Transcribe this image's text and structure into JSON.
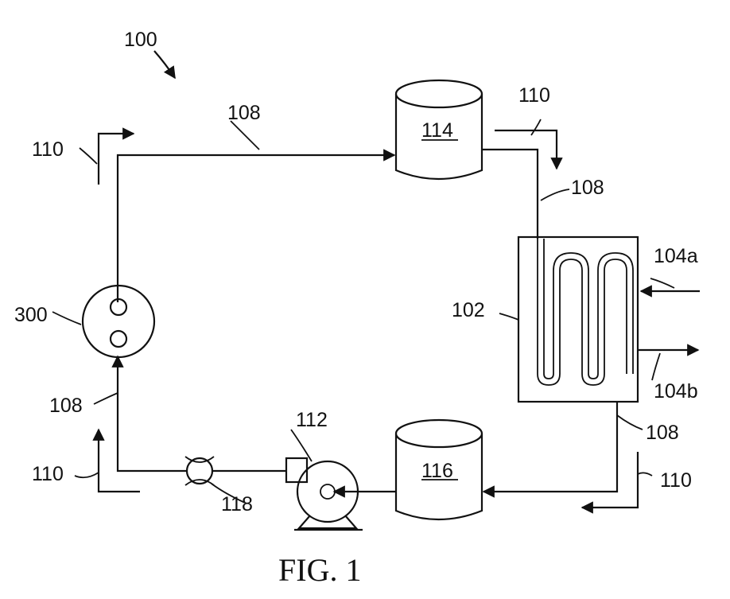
{
  "figure": {
    "caption": "FIG. 1",
    "labels": {
      "system": "100",
      "flow_path_top": "108",
      "flow_path_right_top": "108",
      "flow_path_right_bottom": "108",
      "flow_path_left": "108",
      "region_top_left": "110",
      "region_top_right": "110",
      "region_bottom_right": "110",
      "region_bottom_left": "110",
      "tank_top": "114",
      "tank_bottom": "116",
      "heat_exchanger": "102",
      "inlet": "104a",
      "outlet": "104b",
      "pump": "112",
      "valve": "118",
      "separator": "300"
    }
  }
}
